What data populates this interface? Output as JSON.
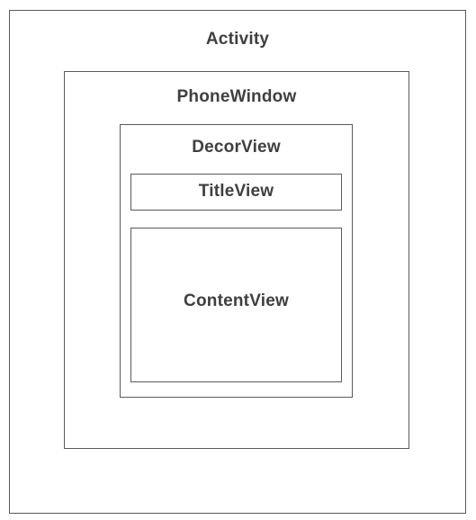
{
  "diagram": {
    "activity": {
      "label": "Activity"
    },
    "phone_window": {
      "label": "PhoneWindow"
    },
    "decor_view": {
      "label": "DecorView"
    },
    "title_view": {
      "label": "TitleView"
    },
    "content_view": {
      "label": "ContentView"
    }
  }
}
